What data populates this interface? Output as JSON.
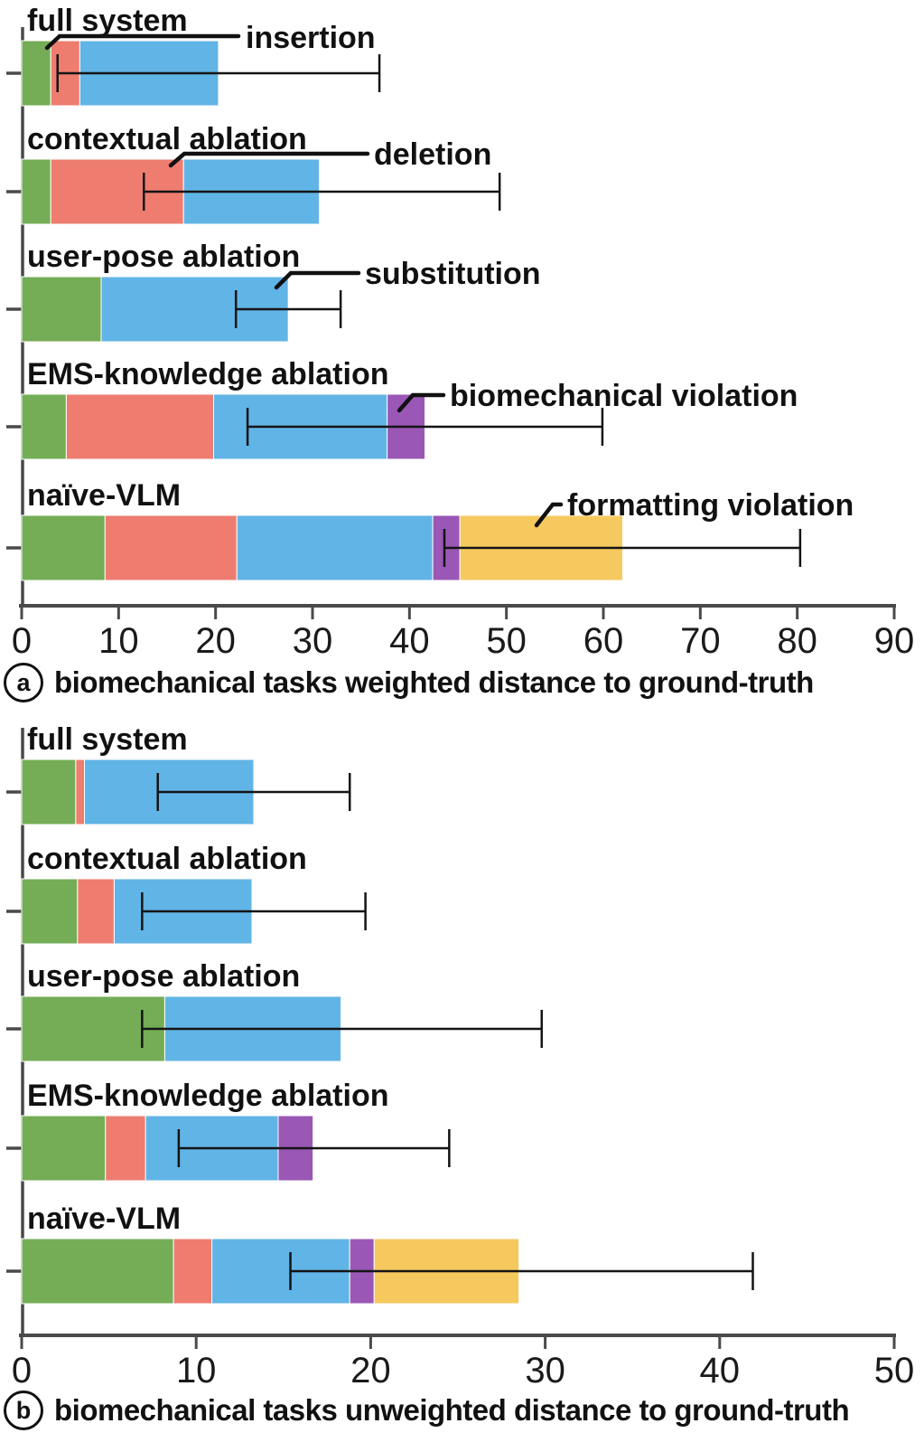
{
  "palette": {
    "insertion": "#74ad56",
    "deletion": "#ee7d70",
    "substitution": "#61b4e6",
    "biomechanical_violation": "#9a57b5",
    "formatting_violation": "#f6c95f",
    "axis": "#4a4a4a",
    "text": "#1a1a1a",
    "error_bar": "#141414"
  },
  "chart_data": [
    {
      "id": "a",
      "type": "bar",
      "orientation": "horizontal-stacked",
      "caption_letter": "a",
      "title": "biomechanical tasks weighted distance to ground-truth",
      "xlim": [
        0,
        90
      ],
      "xticks": [
        0,
        10,
        20,
        30,
        40,
        50,
        60,
        70,
        80,
        90
      ],
      "grid": false,
      "legend_position": "inline-annotations",
      "categories": [
        "full system",
        "contextual ablation",
        "user-pose ablation",
        "EMS-knowledge ablation",
        "naïve-VLM"
      ],
      "series": [
        {
          "name": "insertion",
          "values": [
            3.0,
            3.0,
            8.2,
            4.6,
            8.6
          ]
        },
        {
          "name": "deletion",
          "values": [
            3.0,
            13.7,
            0,
            15.2,
            13.6
          ]
        },
        {
          "name": "substitution",
          "values": [
            14.3,
            14.0,
            19.3,
            17.9,
            20.2
          ]
        },
        {
          "name": "biomechanical violation",
          "values": [
            0,
            0,
            0,
            3.9,
            2.8
          ]
        },
        {
          "name": "formatting violation",
          "values": [
            0,
            0,
            0,
            0,
            16.8
          ]
        }
      ],
      "totals": [
        20.3,
        30.7,
        27.5,
        41.6,
        62.0
      ],
      "error_bars": [
        {
          "low": 3.7,
          "high": 36.9
        },
        {
          "low": 12.6,
          "high": 49.3
        },
        {
          "low": 22.1,
          "high": 32.9
        },
        {
          "low": 23.3,
          "high": 59.9
        },
        {
          "low": 43.6,
          "high": 80.3
        }
      ],
      "annotations": [
        {
          "label": "insertion"
        },
        {
          "label": "deletion"
        },
        {
          "label": "substitution"
        },
        {
          "label": "biomechanical violation"
        },
        {
          "label": "formatting violation"
        }
      ]
    },
    {
      "id": "b",
      "type": "bar",
      "orientation": "horizontal-stacked",
      "caption_letter": "b",
      "title": "biomechanical tasks unweighted distance to ground-truth",
      "xlim": [
        0,
        50
      ],
      "xticks": [
        0,
        10,
        20,
        30,
        40,
        50
      ],
      "grid": false,
      "legend_position": "none",
      "categories": [
        "full system",
        "contextual ablation",
        "user-pose ablation",
        "EMS-knowledge ablation",
        "naïve-VLM"
      ],
      "series": [
        {
          "name": "insertion",
          "values": [
            3.1,
            3.2,
            8.2,
            4.8,
            8.7
          ]
        },
        {
          "name": "deletion",
          "values": [
            0.5,
            2.1,
            0,
            2.3,
            2.2
          ]
        },
        {
          "name": "substitution",
          "values": [
            9.7,
            7.9,
            10.1,
            7.6,
            7.9
          ]
        },
        {
          "name": "biomechanical violation",
          "values": [
            0,
            0,
            0,
            2.0,
            1.4
          ]
        },
        {
          "name": "formatting violation",
          "values": [
            0,
            0,
            0,
            0,
            8.3
          ]
        }
      ],
      "totals": [
        13.3,
        13.2,
        18.3,
        16.7,
        28.5
      ],
      "error_bars": [
        {
          "low": 7.8,
          "high": 18.8
        },
        {
          "low": 6.9,
          "high": 19.7
        },
        {
          "low": 6.9,
          "high": 29.8
        },
        {
          "low": 9.0,
          "high": 24.5
        },
        {
          "low": 15.4,
          "high": 41.9
        }
      ],
      "annotations": []
    }
  ]
}
